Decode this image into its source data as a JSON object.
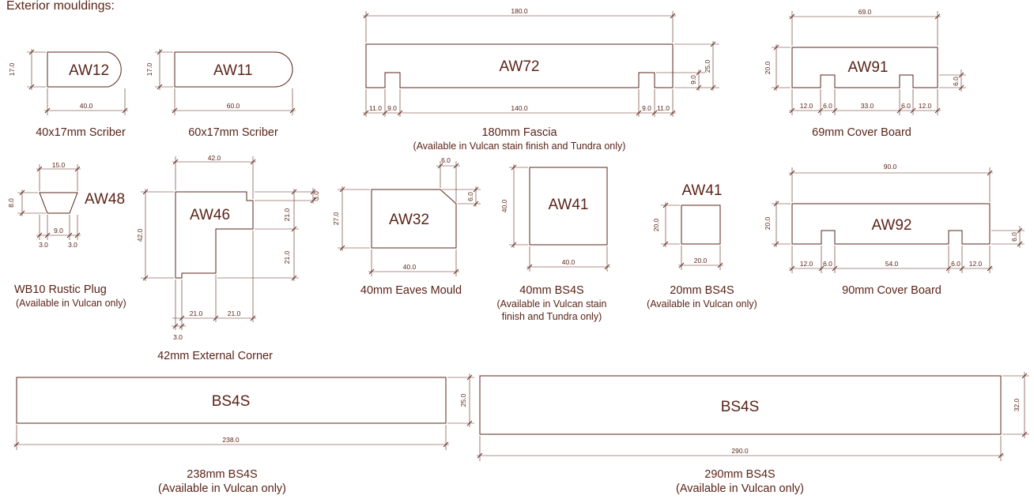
{
  "title": "Exterior mouldings:",
  "mouldings": [
    {
      "code": "AW12",
      "caption": "40x17mm Scriber",
      "dims": [
        "17.0",
        "40.0"
      ]
    },
    {
      "code": "AW11",
      "caption": "60x17mm Scriber",
      "dims": [
        "17.0",
        "60.0"
      ]
    },
    {
      "code": "AW72",
      "caption": "180mm Fascia",
      "note": "(Available in Vulcan stain finish and Tundra only)",
      "dims": [
        "180.0",
        "25.0",
        "9.0",
        "11.0",
        "9.0",
        "140.0",
        "9.0",
        "11.0"
      ]
    },
    {
      "code": "AW91",
      "caption": "69mm Cover Board",
      "dims": [
        "69.0",
        "20.0",
        "6.0",
        "12.0",
        "6.0",
        "33.0",
        "6.0",
        "12.0"
      ]
    },
    {
      "code": "AW48",
      "caption": "WB10 Rustic Plug",
      "note": "(Available in Vulcan only)",
      "dims": [
        "15.0",
        "8.0",
        "9.0",
        "3.0",
        "3.0"
      ]
    },
    {
      "code": "AW46",
      "caption": "42mm External Corner",
      "dims": [
        "42.0",
        "42.0",
        "3.0",
        "21.0",
        "21.0",
        "21.0",
        "21.0",
        "3.0"
      ]
    },
    {
      "code": "AW32",
      "caption": "40mm Eaves Mould",
      "dims": [
        "6.0",
        "6.0",
        "27.0",
        "40.0"
      ]
    },
    {
      "code": "AW41",
      "caption": "40mm BS4S",
      "note_lines": [
        "(Available in Vulcan stain",
        "finish and Tundra only)"
      ],
      "dims": [
        "40.0",
        "40.0"
      ]
    },
    {
      "code": "AW41",
      "caption": "20mm BS4S",
      "note": "(Available in Vulcan only)",
      "dims": [
        "20.0",
        "20.0"
      ]
    },
    {
      "code": "AW92",
      "caption": "90mm Cover Board",
      "dims": [
        "90.0",
        "20.0",
        "6.0",
        "12.0",
        "6.0",
        "54.0",
        "6.0",
        "12.0"
      ]
    },
    {
      "code": "BS4S",
      "caption": "238mm BS4S",
      "note": "(Available in Vulcan only)",
      "dims": [
        "25.0",
        "238.0"
      ]
    },
    {
      "code": "BS4S",
      "caption": "290mm BS4S",
      "note": "(Available in Vulcan only)",
      "dims": [
        "32.0",
        "290.0"
      ]
    }
  ]
}
